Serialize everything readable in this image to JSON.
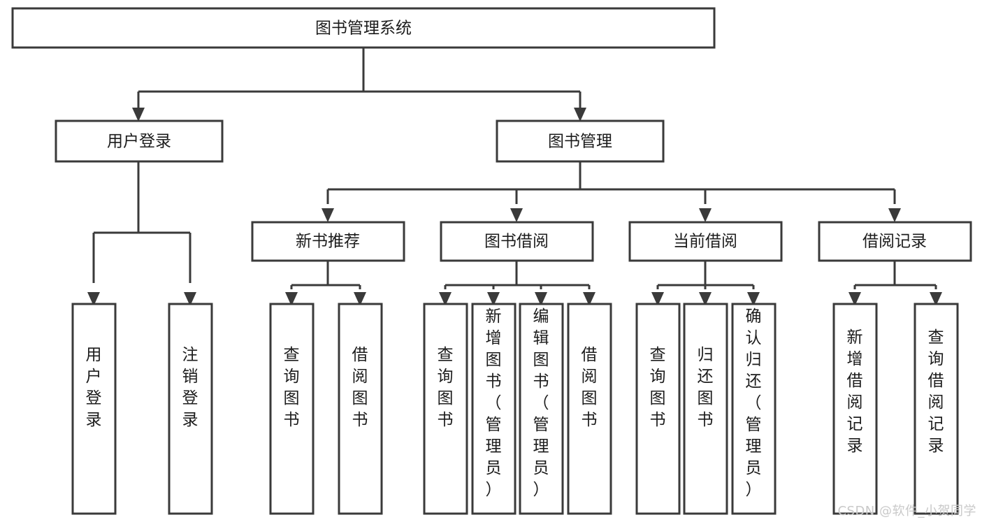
{
  "diagram": {
    "type": "tree-hierarchy",
    "title": "图书管理系统",
    "watermark": "CSDN @软件_小贺同学",
    "colors": {
      "stroke": "#3a3a3a",
      "box_fill": "#ffffff",
      "text": "#1c1c1c",
      "background": "#ffffff",
      "watermark": "#c9c9c9"
    },
    "root": {
      "label": "图书管理系统",
      "orientation": "horizontal"
    },
    "level2": [
      {
        "label": "用户登录",
        "orientation": "horizontal"
      },
      {
        "label": "图书管理",
        "orientation": "horizontal"
      }
    ],
    "level3": [
      {
        "label": "新书推荐",
        "orientation": "horizontal",
        "parent": "图书管理"
      },
      {
        "label": "图书借阅",
        "orientation": "horizontal",
        "parent": "图书管理"
      },
      {
        "label": "当前借阅",
        "orientation": "horizontal",
        "parent": "图书管理"
      },
      {
        "label": "借阅记录",
        "orientation": "horizontal",
        "parent": "图书管理"
      }
    ],
    "leaves": [
      {
        "label": "用户登录",
        "orientation": "vertical",
        "parent": "用户登录"
      },
      {
        "label": "注销登录",
        "orientation": "vertical",
        "parent": "用户登录"
      },
      {
        "label": "查询图书",
        "orientation": "vertical",
        "parent": "新书推荐"
      },
      {
        "label": "借阅图书",
        "orientation": "vertical",
        "parent": "新书推荐"
      },
      {
        "label": "查询图书",
        "orientation": "vertical",
        "parent": "图书借阅"
      },
      {
        "label": "新增图书（管理员）",
        "orientation": "vertical",
        "parent": "图书借阅"
      },
      {
        "label": "编辑图书（管理员）",
        "orientation": "vertical",
        "parent": "图书借阅"
      },
      {
        "label": "借阅图书",
        "orientation": "vertical",
        "parent": "图书借阅"
      },
      {
        "label": "查询图书",
        "orientation": "vertical",
        "parent": "当前借阅"
      },
      {
        "label": "归还图书",
        "orientation": "vertical",
        "parent": "当前借阅"
      },
      {
        "label": "确认归还（管理员）",
        "orientation": "vertical",
        "parent": "当前借阅"
      },
      {
        "label": "新增借阅记录",
        "orientation": "vertical",
        "parent": "借阅记录"
      },
      {
        "label": "查询借阅记录",
        "orientation": "vertical",
        "parent": "借阅记录"
      }
    ]
  }
}
